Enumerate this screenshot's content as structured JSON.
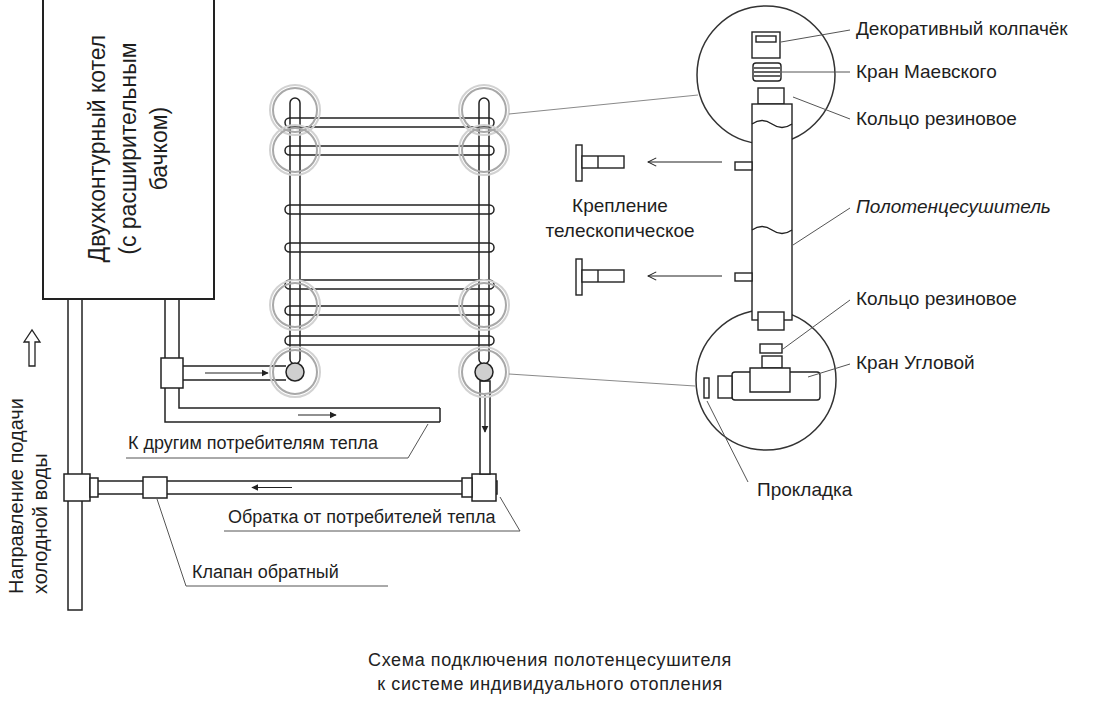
{
  "diagram": {
    "caption": "Схема подключения полотенцесушителя к системе индивидуального отопления",
    "nodes": [
      {
        "text": [
          "Двухконтурный котел (с расширительным бачком)"
        ]
      }
    ],
    "labels": [
      "Направление подачи холодной воды",
      "К другим потребителям тепла",
      "Обратка от потребителей тепла",
      "Клапан обратный",
      "Крепление телескопическое",
      "Декоративный колпачёк",
      "Кран Маевского",
      "Кольцо резиновое",
      "Полотенцесушитель",
      "Кольцо резиновое",
      "Кран Угловой",
      "Прокладка"
    ]
  }
}
